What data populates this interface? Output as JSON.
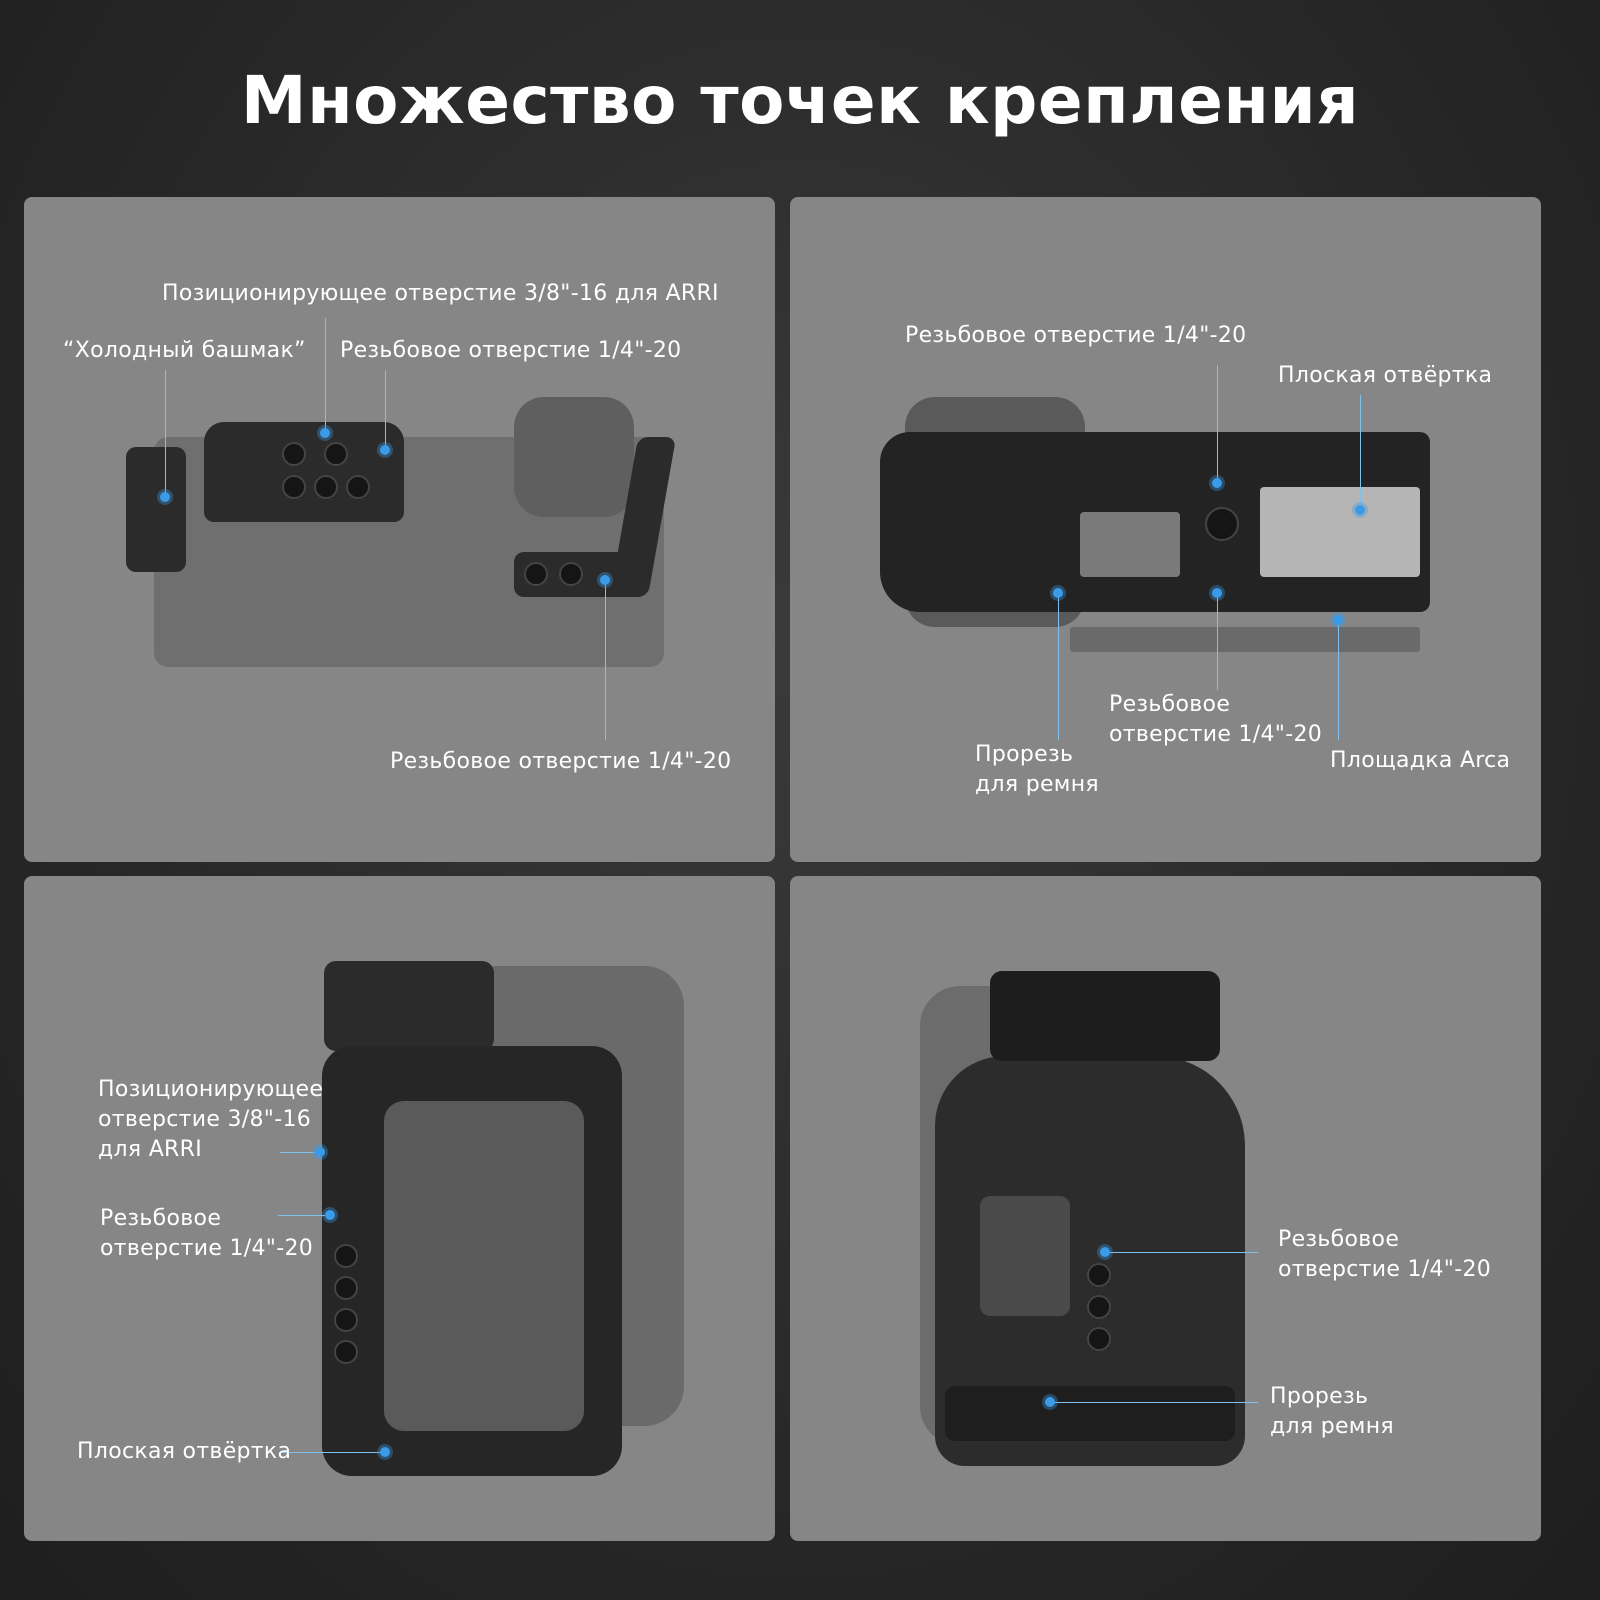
{
  "title": "Множество точек крепления",
  "colors": {
    "accent": "#3b9be6",
    "panel": "#868686"
  },
  "panel1": {
    "arri": "Позиционирующее отверстие 3/8\"-16 для ARRI",
    "cold_shoe": "“Холодный башмак”",
    "thread_top": "Резьбовое отверстие 1/4\"-20",
    "thread_bottom": "Резьбовое отверстие 1/4\"-20"
  },
  "panel2": {
    "thread_top": "Резьбовое отверстие 1/4\"-20",
    "screwdriver": "Плоская отвёртка",
    "thread_bottom_1": "Резьбовое",
    "thread_bottom_2": "отверстие 1/4\"-20",
    "strap_1": "Прорезь",
    "strap_2": "для ремня",
    "arca": "Площадка Arca"
  },
  "panel3": {
    "arri_1": "Позиционирующее",
    "arri_2": "отверстие 3/8\"-16",
    "arri_3": "для ARRI",
    "thread_1": "Резьбовое",
    "thread_2": "отверстие 1/4\"-20",
    "screwdriver": "Плоская отвёртка"
  },
  "panel4": {
    "thread_1": "Резьбовое",
    "thread_2": "отверстие 1/4\"-20",
    "strap_1": "Прорезь",
    "strap_2": "для ремня"
  }
}
